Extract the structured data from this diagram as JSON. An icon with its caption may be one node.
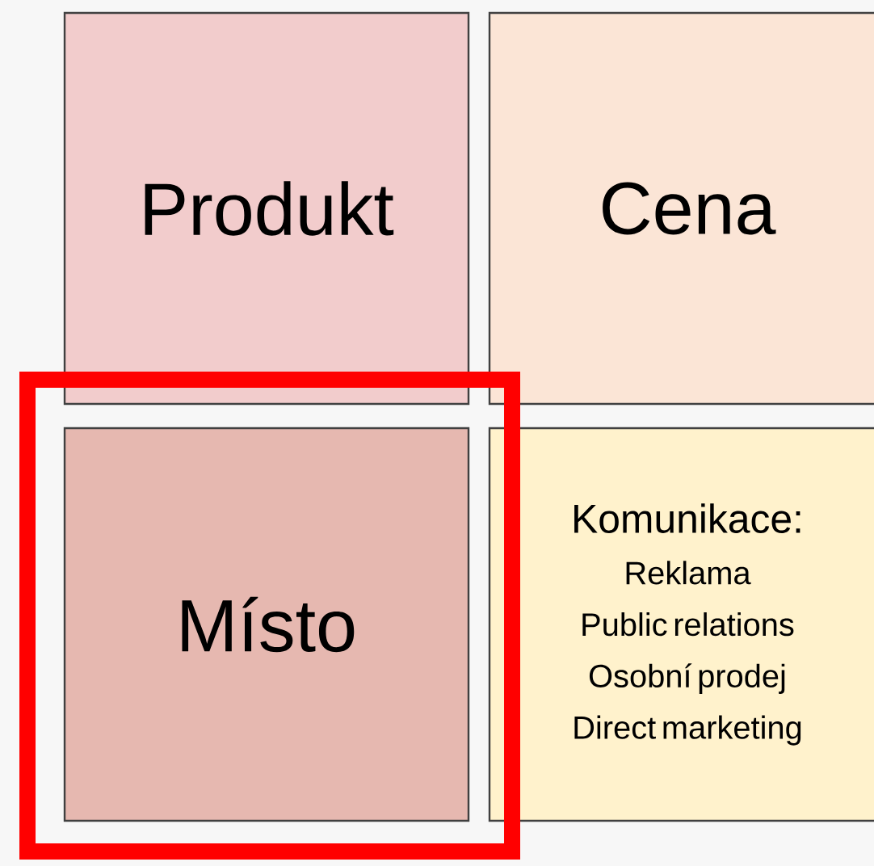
{
  "diagram": {
    "nodes": [
      {
        "text": [
          "Produkt"
        ]
      },
      {
        "text": [
          "Cena"
        ]
      },
      {
        "text": [],
        "shape": "box"
      },
      {
        "text": [
          "Místo"
        ],
        "in": 2
      },
      {
        "text": [
          "Komunikace:",
          "Reklama",
          "Public relations",
          "Osobní prodej",
          "Direct marketing"
        ]
      }
    ]
  }
}
